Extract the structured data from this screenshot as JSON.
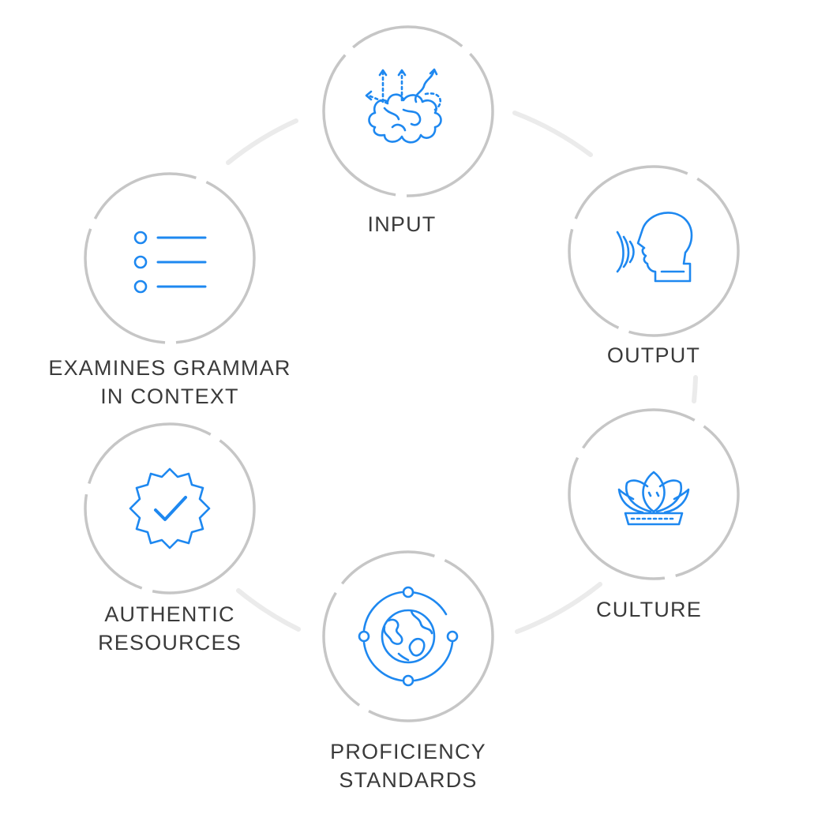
{
  "nodes": [
    {
      "id": "input",
      "lines": [
        "INPUT"
      ],
      "icon": "brain-arrows-icon"
    },
    {
      "id": "output",
      "lines": [
        "OUTPUT"
      ],
      "icon": "speaking-head-icon"
    },
    {
      "id": "culture",
      "lines": [
        "CULTURE"
      ],
      "icon": "lotus-icon"
    },
    {
      "id": "proficiency",
      "lines": [
        "PROFICIENCY",
        "STANDARDS"
      ],
      "icon": "globe-orbit-icon"
    },
    {
      "id": "authentic",
      "lines": [
        "AUTHENTIC",
        "RESOURCES"
      ],
      "icon": "verified-badge-icon"
    },
    {
      "id": "grammar",
      "lines": [
        "EXAMINES GRAMMAR",
        "IN CONTEXT"
      ],
      "icon": "bullet-list-icon"
    }
  ],
  "colors": {
    "accent": "#1e88f0",
    "ring": "#c6c6c6",
    "connector": "#ebebeb",
    "text": "#3a3a3a"
  }
}
